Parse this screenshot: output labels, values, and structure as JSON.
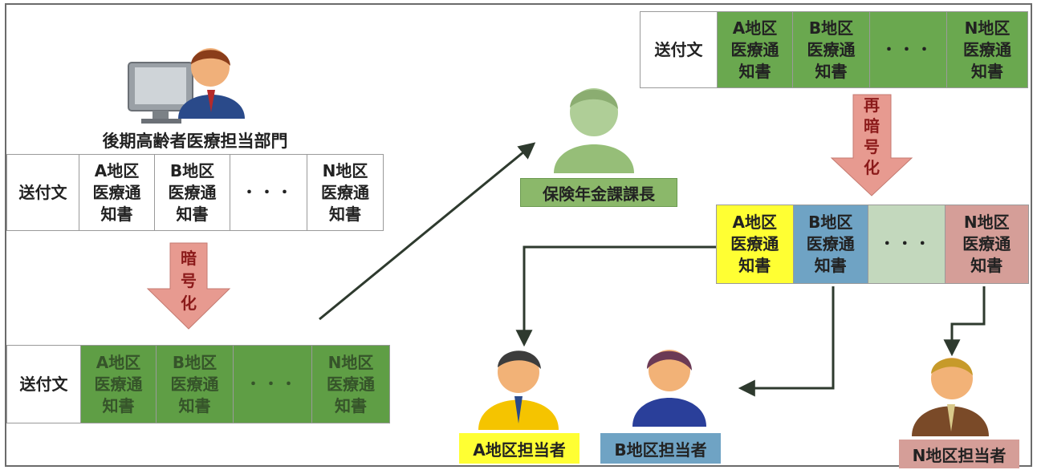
{
  "department_title": "後期高齢者医療担当部門",
  "cover_letter": "送付文",
  "notice_a": "A地区\n医療通\n知書",
  "notice_b": "B地区\n医療通\n知書",
  "notice_n": "N地区\n医療通\n知書",
  "ellipsis": "・・・",
  "encrypt_label": "暗\n号\n化",
  "reencrypt_label": "再\n暗\n号\n化",
  "manager_label": "保険年金課課長",
  "person_a_label": "A地区担当者",
  "person_b_label": "B地区担当者",
  "person_n_label": "N地区担当者",
  "colors": {
    "green": "#6aa84f",
    "salmon_arrow": "#e79a90",
    "yellow": "#ffff33",
    "blue": "#6fa3c4",
    "pink": "#d59e98",
    "manager_green": "#8bb86a"
  }
}
